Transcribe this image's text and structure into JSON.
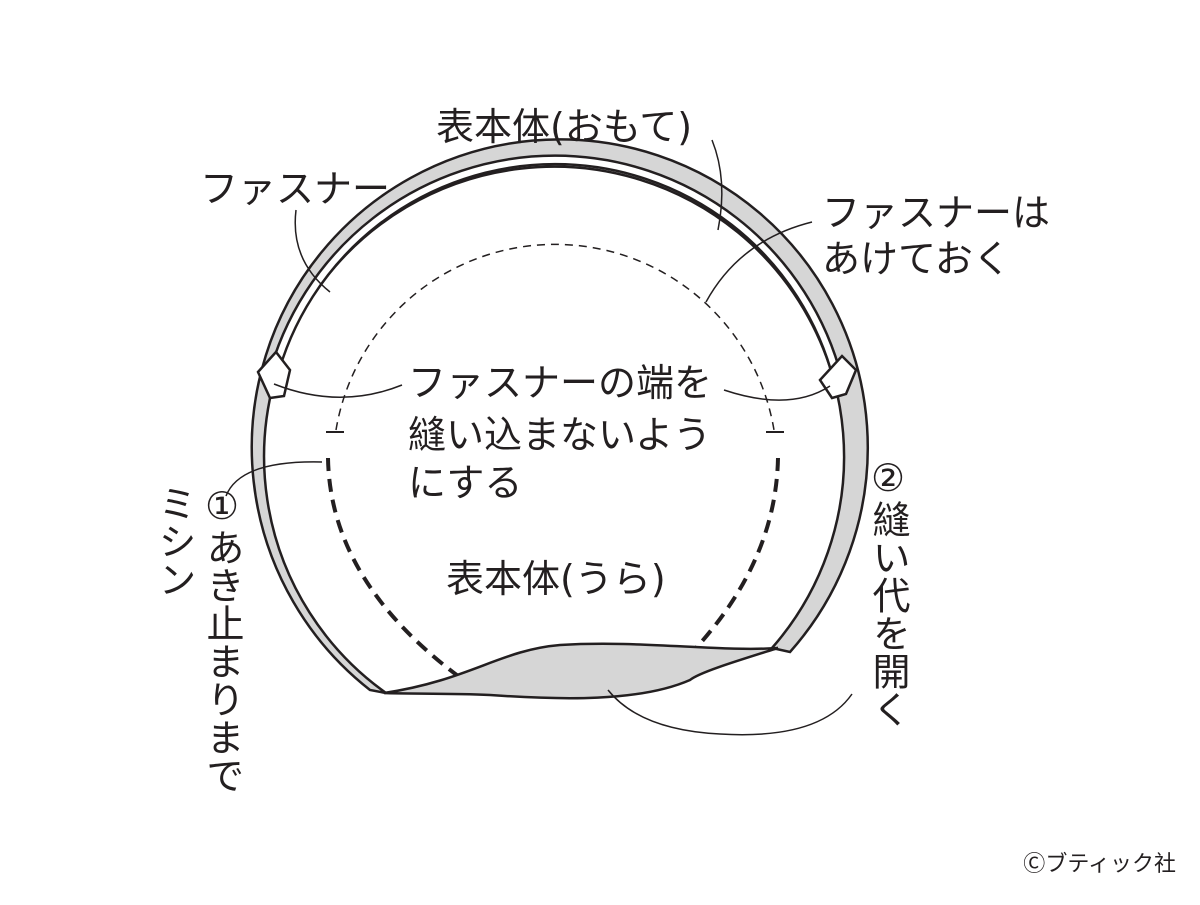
{
  "labels": {
    "outer_face": "表本体(おもて)",
    "zipper": "ファスナー",
    "zipper_open_line1": "ファスナーは",
    "zipper_open_line2": "あけておく",
    "zipper_end_line1": "ファスナーの端を",
    "zipper_end_line2": "縫い込まないよう",
    "zipper_end_line3": "にする",
    "inner_face": "表本体(うら)",
    "step1_number": "①",
    "step1_text": "あき止まりまで",
    "step1_text2": "ミシン",
    "step2_number": "②",
    "step2_text": "縫い代を開く"
  },
  "copyright": {
    "symbol": "Ⓒ",
    "text": "ブティック社"
  },
  "colors": {
    "line": "#231f20",
    "fabric_grey": "#d6d6d6",
    "background": "#ffffff"
  }
}
